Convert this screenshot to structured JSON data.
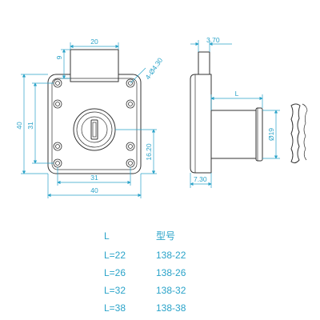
{
  "dimensions": {
    "top_width": "20",
    "top_height": "9",
    "hole_dia": "4-Ø4.30",
    "body_height_outer": "40",
    "hole_spacing_v": "31",
    "keyhole_offset": "16.20",
    "hole_spacing_h": "31",
    "body_width": "40",
    "side_top": "3.70",
    "cylinder_length": "L",
    "cylinder_dia": "Ø19",
    "side_bottom": "7.30"
  },
  "table": {
    "headers": [
      "L",
      "型号"
    ],
    "rows": [
      [
        "L=22",
        "138-22"
      ],
      [
        "L=26",
        "138-26"
      ],
      [
        "L=32",
        "138-32"
      ],
      [
        "L=38",
        "138-38"
      ]
    ]
  },
  "colors": {
    "dimension": "#2aa3c9",
    "outline": "#333333"
  }
}
